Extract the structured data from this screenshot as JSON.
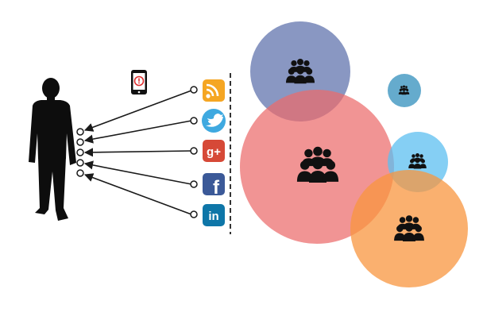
{
  "colors": {
    "person": "#0d0d0d",
    "arrow": "#1a1a1a",
    "divider": "#333333",
    "phone": "#111111",
    "phone_alert": "#e03030",
    "rss": "#f5a623",
    "twitter": "#3fa9e0",
    "google_plus": "#d64937",
    "facebook": "#3b5998",
    "linkedin": "#0e76a8",
    "group_icon": "#111111"
  },
  "icons": {
    "person": "person-silhouette-icon",
    "phone": "smartphone-alert-icon",
    "group": "people-group-icon"
  },
  "channels": [
    {
      "name": "rss",
      "icon": "rss-icon",
      "glyph": ""
    },
    {
      "name": "twitter",
      "icon": "twitter-icon",
      "glyph": ""
    },
    {
      "name": "google-plus",
      "icon": "google-plus-icon",
      "glyph": "g+"
    },
    {
      "name": "facebook",
      "icon": "facebook-icon",
      "glyph": "f"
    },
    {
      "name": "linkedin",
      "icon": "linkedin-icon",
      "glyph": "in"
    }
  ],
  "audiences": [
    {
      "name": "blue-purple",
      "color": "#6b7db3",
      "opacity": 0.8
    },
    {
      "name": "teal-small",
      "color": "#4a9cc4",
      "opacity": 0.85
    },
    {
      "name": "red-large",
      "color": "#ec6b6b",
      "opacity": 0.72
    },
    {
      "name": "light-blue",
      "color": "#5cbff0",
      "opacity": 0.75
    },
    {
      "name": "orange",
      "color": "#f8963f",
      "opacity": 0.75
    }
  ]
}
